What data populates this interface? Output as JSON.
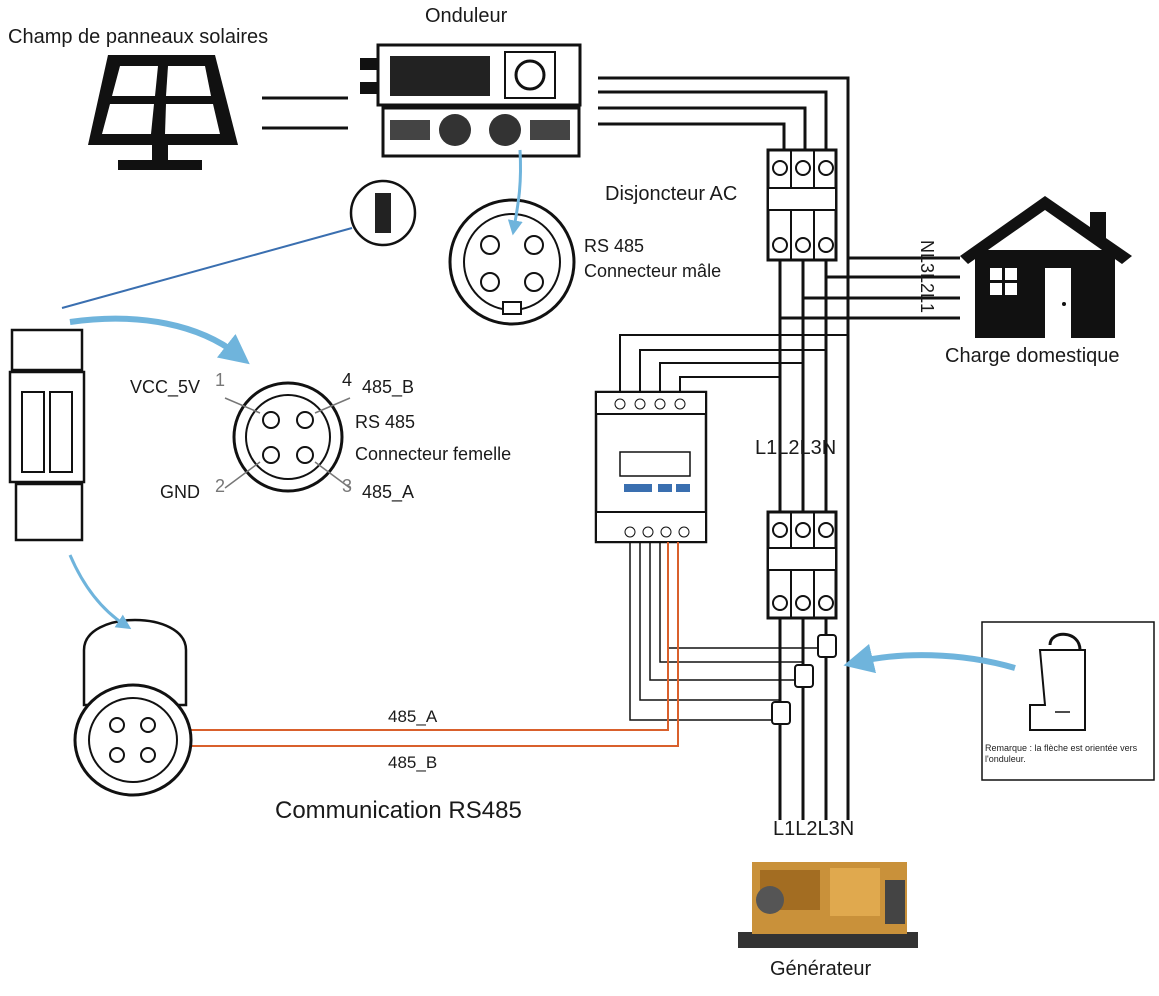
{
  "labels": {
    "solar_field": "Champ de panneaux solaires",
    "inverter": "Onduleur",
    "ac_breaker": "Disjoncteur AC",
    "rs485_male_1": "RS 485",
    "rs485_male_2": "Connecteur mâle",
    "home_load": "Charge domestique",
    "phase_labels_vertical": "NL3L2L1",
    "rs485_female_1": "RS 485",
    "rs485_female_2": "Connecteur femelle",
    "vcc": "VCC_5V",
    "gnd": "GND",
    "b485": "485_B",
    "a485": "485_A",
    "pin1": "1",
    "pin2": "2",
    "pin3": "3",
    "pin4": "4",
    "phases_mid": "L1L2L3N",
    "phases_bottom": "L1L2L3N",
    "wire_a": "485_A",
    "wire_b": "485_B",
    "communication": "Communication RS485",
    "generator": "Générateur",
    "ct_note": "Remarque : la flèche est orientée vers l'onduleur."
  },
  "colors": {
    "line": "#1a1a1a",
    "arrow": "#6fb4dc",
    "wire": "#d9602c"
  },
  "icons": [
    "solar-panel-icon",
    "inverter-icon",
    "house-icon",
    "energy-meter-icon",
    "ct-clamp-icon",
    "generator-icon",
    "connector-plug-icon"
  ]
}
